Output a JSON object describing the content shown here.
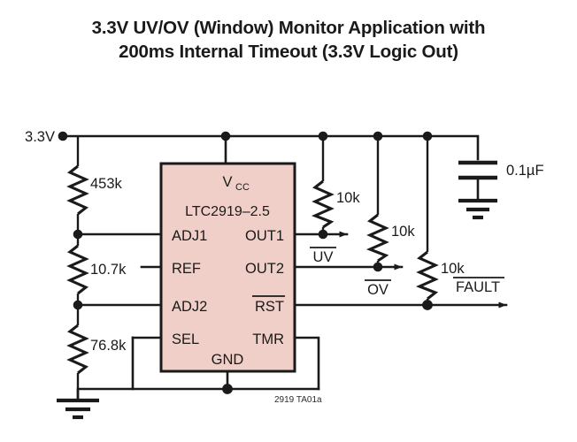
{
  "title": {
    "line1": "3.3V UV/OV (Window) Monitor Application with",
    "line2": "200ms Internal Timeout (3.3V Logic Out)"
  },
  "caption": "2919 TA01a",
  "supply": {
    "label": "3.3V"
  },
  "ic": {
    "part_number": "LTC2919–2.5",
    "pins": {
      "vcc": "V",
      "vcc_sub": "CC",
      "gnd": "GND",
      "adj1": "ADJ1",
      "ref": "REF",
      "adj2": "ADJ2",
      "sel": "SEL",
      "out1": "OUT1",
      "out2": "OUT2",
      "rst": "RST",
      "tmr": "TMR"
    },
    "fill_color": "#f0cfc8"
  },
  "components": {
    "r_top": "453k",
    "r_mid": "10.7k",
    "r_bot": "76.8k",
    "r_pullup_uv": "10k",
    "r_pullup_ov": "10k",
    "r_pullup_fault": "10k",
    "cap": "0.1µF"
  },
  "outputs": {
    "uv": "UV",
    "ov": "OV",
    "fault": "FAULT"
  },
  "colors": {
    "ink": "#1a1a1a",
    "ic_fill": "#f0cfc8",
    "background": "#ffffff"
  }
}
